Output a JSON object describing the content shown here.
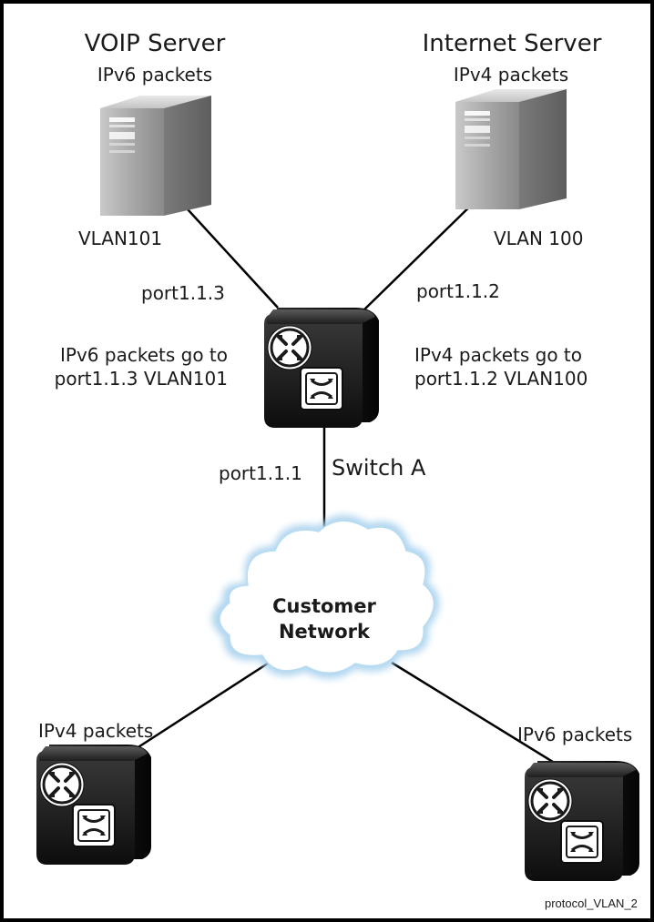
{
  "nodes": {
    "voip_server": {
      "name": "VOIP Server",
      "traffic": "IPv6 packets",
      "vlan": "VLAN101"
    },
    "internet_server": {
      "name": "Internet Server",
      "traffic": "IPv4 packets",
      "vlan": "VLAN 100"
    },
    "switch_a": {
      "name": "Switch A",
      "port_left": "port1.1.3",
      "port_right": "port1.1.2",
      "port_down": "port1.1.1",
      "note_left": [
        "IPv6 packets go to",
        "port1.1.3 VLAN101"
      ],
      "note_right": [
        "IPv4 packets go to",
        "port1.1.2 VLAN100"
      ]
    },
    "cloud": {
      "lines": [
        "Customer",
        "Network"
      ]
    },
    "host_left": {
      "traffic": "IPv4 packets"
    },
    "host_right": {
      "traffic": "IPv6 packets"
    }
  },
  "figure_tag": "protocol_VLAN_2",
  "colors": {
    "border": "#000000",
    "line": "#000000",
    "cloud_edge": "#8fc3e6",
    "cloud_fill": "#ffffff",
    "server_body": "#9a9a9a",
    "switch_body": "#151515"
  },
  "icons": [
    "server-icon",
    "switch-icon",
    "cloud-icon"
  ]
}
